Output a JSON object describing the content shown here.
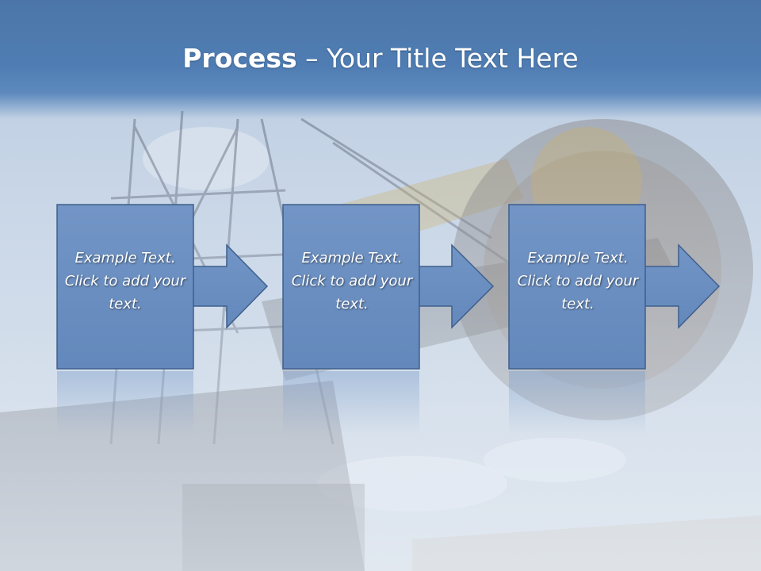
{
  "title": {
    "bold": "Process",
    "rest": " – Your Title Text Here"
  },
  "steps": [
    {
      "text": "Example Text. Click  to add your text."
    },
    {
      "text": "Example Text. Click  to add your text."
    },
    {
      "text": "Example Text. Click  to add your text."
    }
  ],
  "colors": {
    "title_band": "#4f7db3",
    "box_fill": "#6b8fc0",
    "box_border": "#3f5f8c",
    "text": "#ffffff"
  },
  "background": "photo-of-bucket-wheel-excavator"
}
